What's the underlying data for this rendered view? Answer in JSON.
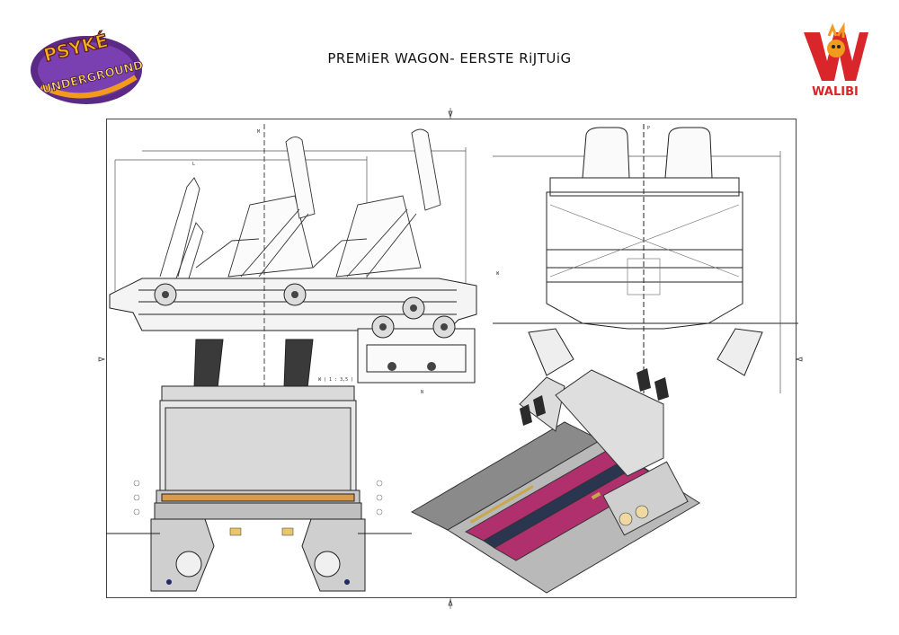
{
  "header": {
    "title": "PREMiER WAGON- EERSTE RiJTUiG"
  },
  "logos": {
    "left": {
      "line1": "PSYKÉ",
      "line2": "UNDERGROUND"
    },
    "right": {
      "wordmark": "WALIBI"
    }
  },
  "annotations": {
    "section_m": "M",
    "section_l": "L",
    "section_n": "N",
    "section_w": "W",
    "section_p": "P",
    "scale_note": "W ( 1 : 3,5 )"
  },
  "colors": {
    "logo_purple": "#5b2a86",
    "logo_orange": "#f29a1d",
    "walibi_red": "#d8262a",
    "rail_magenta": "#b0306e",
    "rail_navy": "#2a3550"
  }
}
